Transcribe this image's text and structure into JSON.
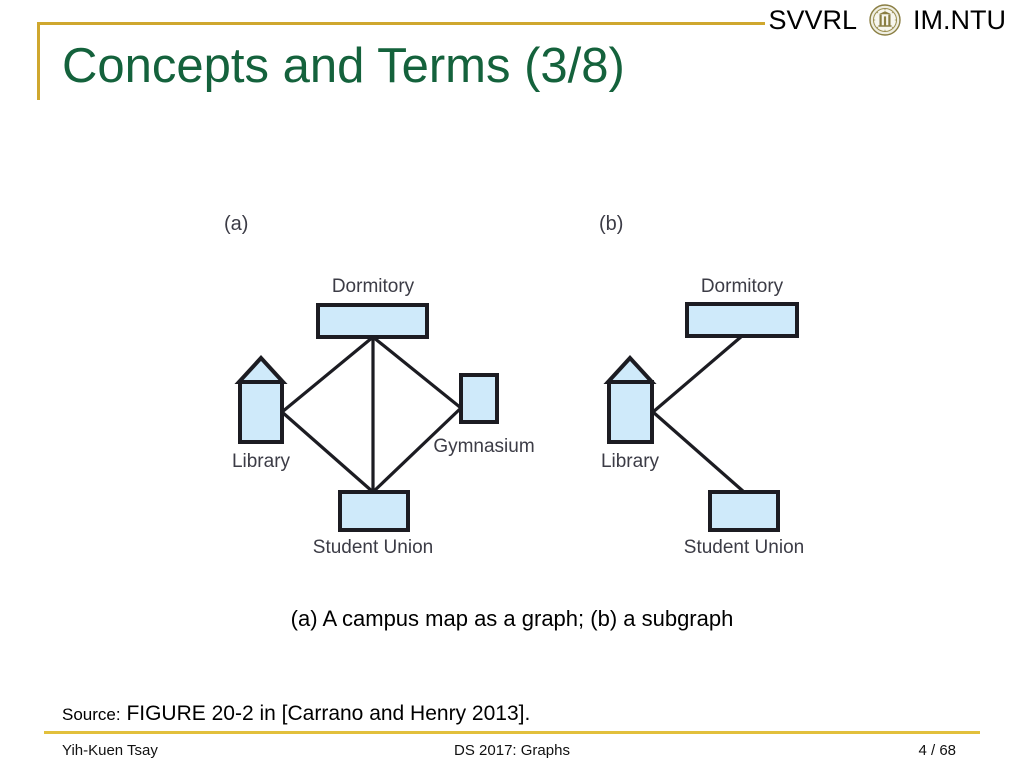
{
  "header": {
    "brand_left": "SVVRL",
    "brand_right": "IM.NTU",
    "seal_icon": "ntu-seal-icon",
    "accent_color": "#cfa72e"
  },
  "title": "Concepts and Terms (3/8)",
  "title_color": "#14623c",
  "figure": {
    "panels": [
      {
        "id": "a",
        "label": "(a)",
        "nodes": [
          {
            "id": "dormitory",
            "label": "Dormitory",
            "shape": "rect"
          },
          {
            "id": "library",
            "label": "Library",
            "shape": "house"
          },
          {
            "id": "gymnasium",
            "label": "Gymnasium",
            "shape": "rect"
          },
          {
            "id": "student-union",
            "label": "Student Union",
            "shape": "rect"
          }
        ],
        "edges": [
          {
            "from": "dormitory",
            "to": "library"
          },
          {
            "from": "dormitory",
            "to": "gymnasium"
          },
          {
            "from": "dormitory",
            "to": "student-union"
          },
          {
            "from": "library",
            "to": "student-union"
          },
          {
            "from": "gymnasium",
            "to": "student-union"
          }
        ]
      },
      {
        "id": "b",
        "label": "(b)",
        "nodes": [
          {
            "id": "dormitory",
            "label": "Dormitory",
            "shape": "rect"
          },
          {
            "id": "library",
            "label": "Library",
            "shape": "house"
          },
          {
            "id": "student-union",
            "label": "Student Union",
            "shape": "rect"
          }
        ],
        "edges": [
          {
            "from": "dormitory",
            "to": "library"
          },
          {
            "from": "library",
            "to": "student-union"
          }
        ]
      }
    ],
    "node_fill": "#cfeafa",
    "node_stroke": "#1c1c22",
    "caption": "(a) A campus map as a graph; (b) a subgraph"
  },
  "source": {
    "label": "Source:",
    "text": "FIGURE 20-2 in [Carrano and Henry 2013]."
  },
  "footer": {
    "author": "Yih-Kuen Tsay",
    "course": "DS 2017: Graphs",
    "page": "4 / 68",
    "rule_color": "#e2c03c"
  }
}
